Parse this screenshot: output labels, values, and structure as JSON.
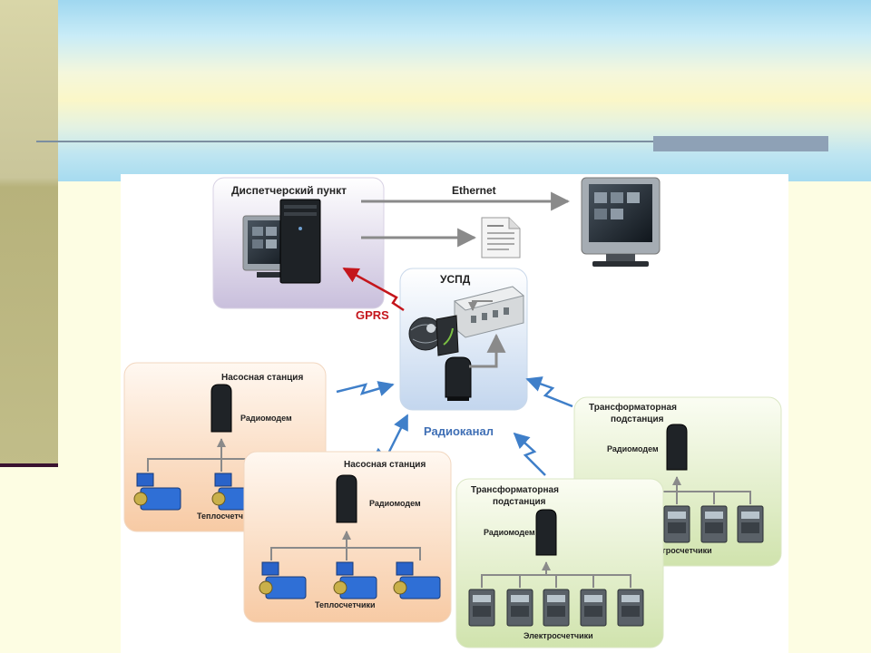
{
  "diagram": {
    "dispatch_title": "Диспетчерский пункт",
    "ethernet_label": "Ethernet",
    "uspd_title": "УСПД",
    "gprs_label": "GPRS",
    "radio_channel_label": "Радиоканал",
    "pump1": {
      "title": "Насосная станция",
      "modem": "Радиомодем",
      "meters": "Теплосчетчики"
    },
    "pump2": {
      "title": "Насосная станция",
      "modem": "Радиомодем",
      "meters": "Теплосчетчики"
    },
    "trans1": {
      "title_line1": "Трансформаторная",
      "title_line2": "подстанция",
      "modem": "Радиомодем",
      "meters": "Электросчетчики"
    },
    "trans2": {
      "title_line1": "Трансформаторная",
      "title_line2": "подстанция",
      "modem": "Радиомодем",
      "meters": "Электросчетчики"
    }
  }
}
